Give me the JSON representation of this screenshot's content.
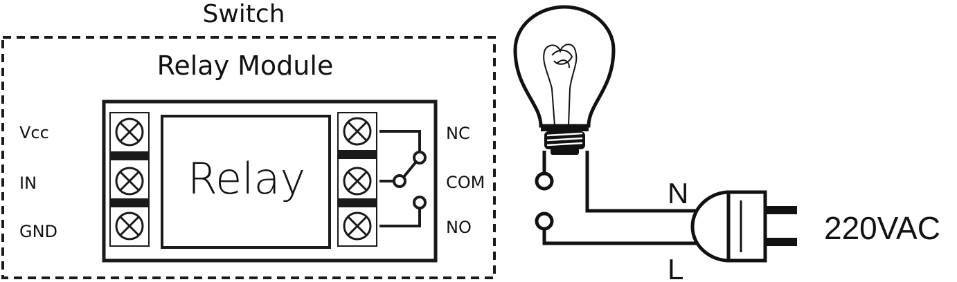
{
  "diagram": {
    "switch_label": "Switch",
    "module_title": "Relay Module",
    "relay_label": "Relay",
    "left_pins": [
      "Vcc",
      "IN",
      "GND"
    ],
    "right_pins": [
      "NC",
      "COM",
      "NO"
    ],
    "neutral_label": "N",
    "live_label": "L",
    "supply_label": "220VAC",
    "icons": [
      "terminal-screw-icon",
      "light-bulb-icon",
      "power-plug-icon"
    ]
  }
}
